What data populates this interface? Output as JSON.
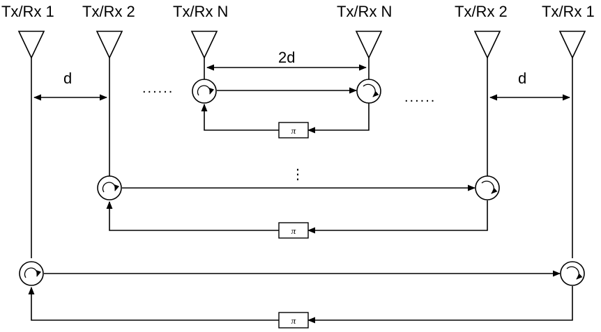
{
  "antennas": {
    "left_1": "Tx/Rx 1",
    "left_2": "Tx/Rx 2",
    "left_n": "Tx/Rx N",
    "right_n": "Tx/Rx N",
    "right_2": "Tx/Rx 2",
    "right_1": "Tx/Rx 1"
  },
  "dimensions": {
    "spacing_left": "d",
    "spacing_center": "2d",
    "spacing_right": "d"
  },
  "phase_shifters": {
    "inner": "π",
    "middle": "π",
    "outer": "π"
  },
  "ellipses": {
    "left": "......",
    "right": "......",
    "vertical": "⋮"
  }
}
